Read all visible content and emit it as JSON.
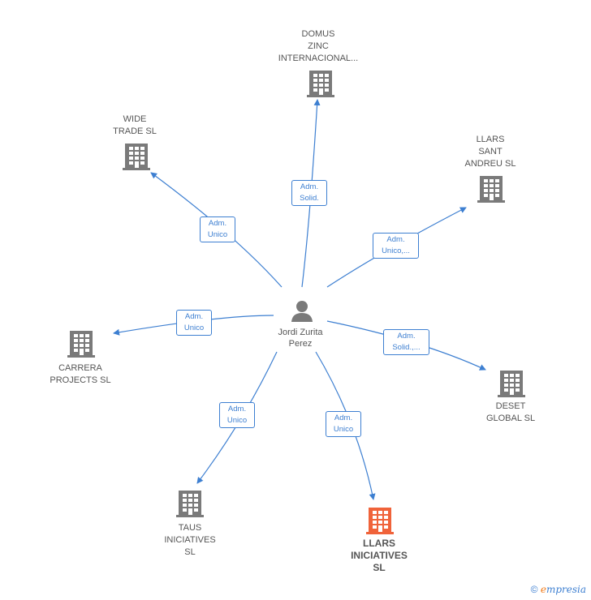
{
  "colors": {
    "edge": "#3d7fd1",
    "node": "#7a7a7a",
    "highlight": "#f0633a",
    "text": "#555555"
  },
  "center": {
    "name_line1": "Jordi Zurita",
    "name_line2": "Perez",
    "icon": "person-icon"
  },
  "nodes": [
    {
      "id": "domus",
      "lines": [
        "DOMUS",
        "ZINC",
        "INTERNACIONAL..."
      ],
      "icon": "building-icon"
    },
    {
      "id": "wide",
      "lines": [
        "WIDE",
        "TRADE  SL"
      ],
      "icon": "building-icon"
    },
    {
      "id": "llars_sant",
      "lines": [
        "LLARS",
        "SANT",
        "ANDREU SL"
      ],
      "icon": "building-icon"
    },
    {
      "id": "carrera",
      "lines": [
        "CARRERA",
        "PROJECTS  SL"
      ],
      "icon": "building-icon"
    },
    {
      "id": "deset",
      "lines": [
        "DESET",
        "GLOBAL SL"
      ],
      "icon": "building-icon"
    },
    {
      "id": "taus",
      "lines": [
        "TAUS",
        "INICIATIVES",
        "SL"
      ],
      "icon": "building-icon"
    },
    {
      "id": "llars_inic",
      "lines": [
        "LLARS",
        "INICIATIVES",
        "SL"
      ],
      "icon": "building-icon",
      "highlight": true
    }
  ],
  "edges": [
    {
      "to": "domus",
      "label": [
        "Adm.",
        "Solid."
      ]
    },
    {
      "to": "wide",
      "label": [
        "Adm.",
        "Unico"
      ]
    },
    {
      "to": "llars_sant",
      "label": [
        "Adm.",
        "Unico,..."
      ]
    },
    {
      "to": "carrera",
      "label": [
        "Adm.",
        "Unico"
      ]
    },
    {
      "to": "deset",
      "label": [
        "Adm.",
        "Solid.,..."
      ]
    },
    {
      "to": "taus",
      "label": [
        "Adm.",
        "Unico"
      ]
    },
    {
      "to": "llars_inic",
      "label": [
        "Adm.",
        "Unico"
      ]
    }
  ],
  "footer": {
    "copyright": "©",
    "brand_first": "e",
    "brand_rest": "mpresia"
  }
}
